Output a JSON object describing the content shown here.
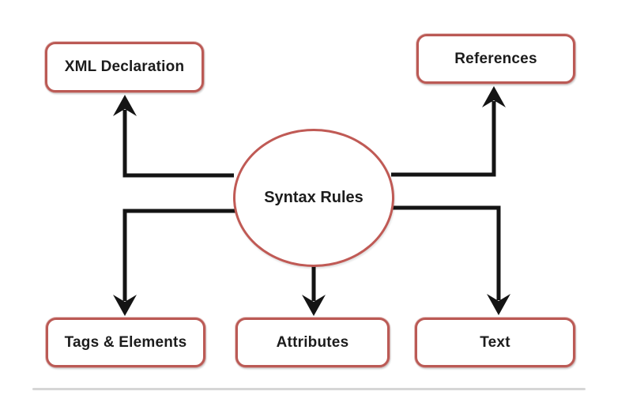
{
  "diagram": {
    "center_node": {
      "label": "Syntax Rules"
    },
    "nodes": [
      {
        "id": "xml-declaration",
        "label": "XML Declaration"
      },
      {
        "id": "references",
        "label": "References"
      },
      {
        "id": "tags-elements",
        "label": "Tags & Elements"
      },
      {
        "id": "attributes",
        "label": "Attributes"
      },
      {
        "id": "text",
        "label": "Text"
      }
    ],
    "edges": [
      {
        "from": "Syntax Rules",
        "to": "XML Declaration"
      },
      {
        "from": "Syntax Rules",
        "to": "References"
      },
      {
        "from": "Syntax Rules",
        "to": "Tags & Elements"
      },
      {
        "from": "Syntax Rules",
        "to": "Attributes"
      },
      {
        "from": "Syntax Rules",
        "to": "Text"
      }
    ],
    "colors": {
      "node_border": "#bb5a55",
      "ellipse_border": "#c05a55",
      "arrow": "#141414",
      "label_text": "#1c1c1c",
      "divider": "#d6d6d6",
      "background": "#ffffff"
    }
  }
}
